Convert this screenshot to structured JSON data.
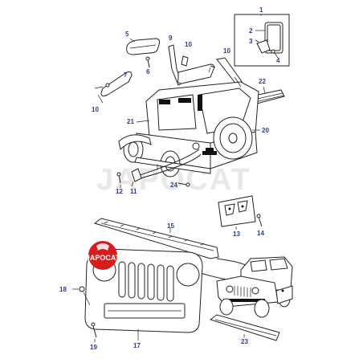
{
  "watermark": "JAPOCAT",
  "logo": {
    "text": "JAPOCAT",
    "color": "#d41e1e"
  },
  "callouts": [
    "1",
    "2",
    "3",
    "4",
    "5",
    "6",
    "9",
    "10",
    "10",
    "7",
    "22",
    "10",
    "21",
    "20",
    "12",
    "11",
    "24",
    "13",
    "14",
    "15",
    "18",
    "23",
    "19",
    "17"
  ],
  "colors": {
    "label": "#2a3b8f",
    "line": "#222222",
    "logo_red": "#d41e1e"
  }
}
